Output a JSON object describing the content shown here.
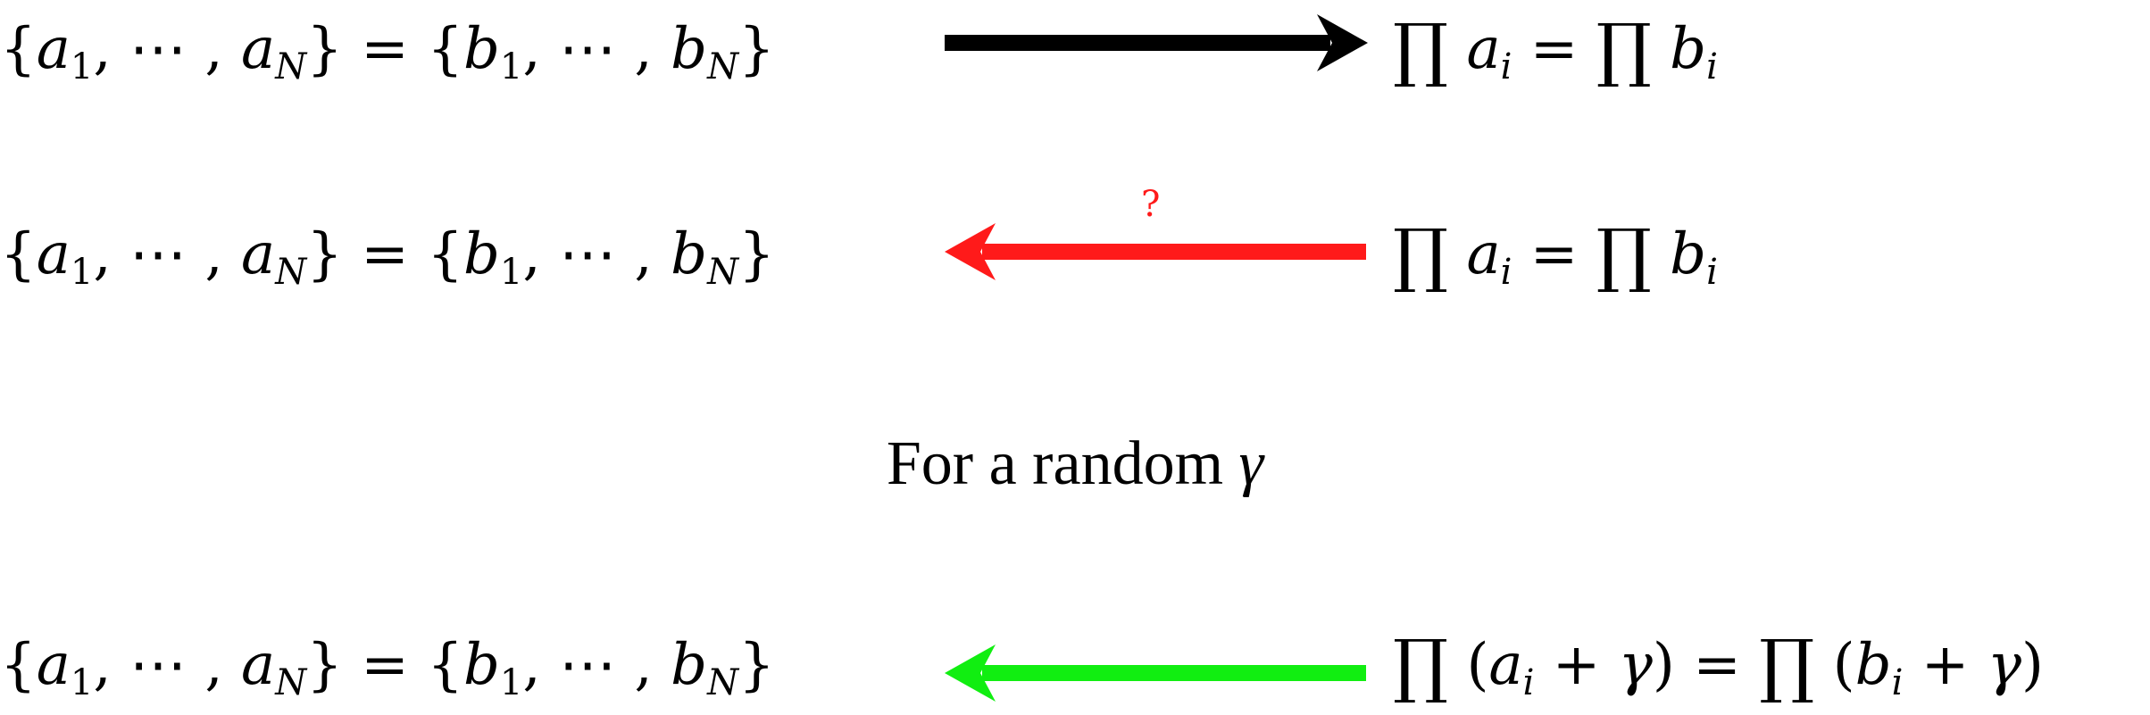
{
  "colors": {
    "black": "#000000",
    "red": "#ff1a1a",
    "green": "#11ee11",
    "background": "#ffffff"
  },
  "rows": [
    {
      "lhs": {
        "set_a": "{a₁, ⋯ , aN}",
        "eq": "=",
        "set_b": "{b₁, ⋯ , bN}"
      },
      "arrow": {
        "direction": "right",
        "color": "#000000",
        "label": ""
      },
      "rhs": {
        "text": "∏ aᵢ = ∏ bᵢ"
      }
    },
    {
      "lhs": {
        "set_a": "{a₁, ⋯ , aN}",
        "eq": "=",
        "set_b": "{b₁, ⋯ , bN}"
      },
      "arrow": {
        "direction": "left",
        "color": "#ff1a1a",
        "label": "?"
      },
      "rhs": {
        "text": "∏ aᵢ = ∏ bᵢ"
      }
    },
    {
      "lhs": {
        "set_a": "{a₁, ⋯ , aN}",
        "eq": "=",
        "set_b": "{b₁, ⋯ , bN}"
      },
      "arrow": {
        "direction": "left",
        "color": "#11ee11",
        "label": ""
      },
      "rhs": {
        "text": "∏ (aᵢ + γ) = ∏ (bᵢ + γ)"
      }
    }
  ],
  "caption": {
    "text": "For a random",
    "symbol": "γ"
  }
}
